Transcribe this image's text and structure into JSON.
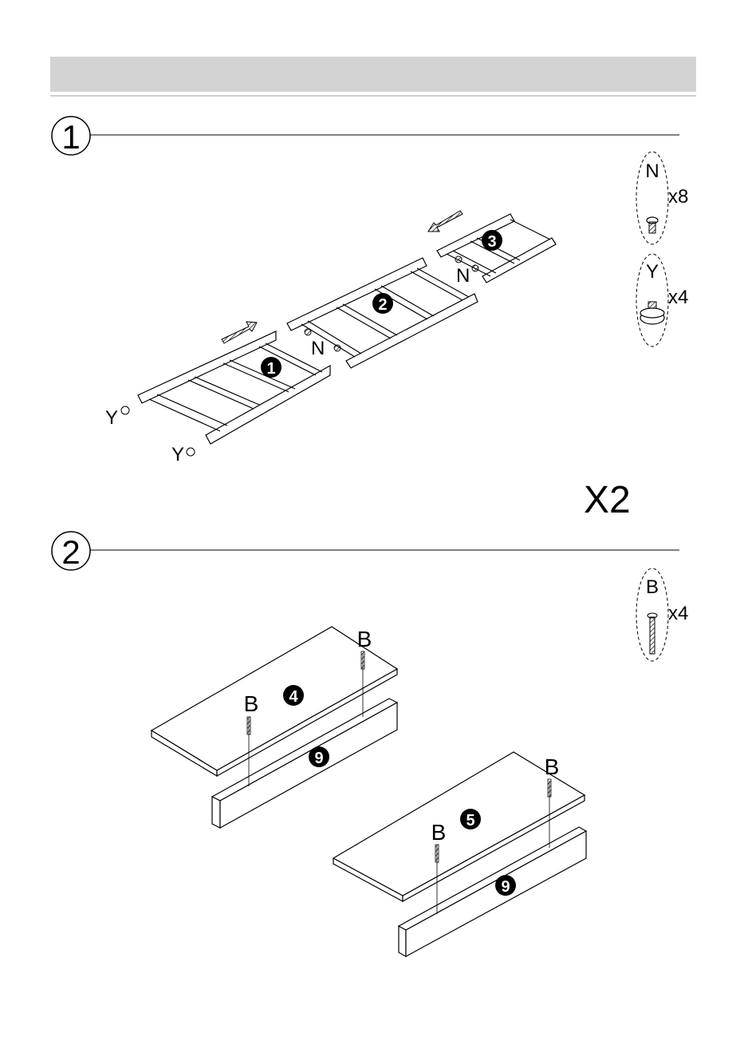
{
  "steps": [
    {
      "number": "1",
      "multiplier": "X2",
      "hardware": [
        {
          "letter": "N",
          "qty": "x8",
          "icon": "bolt-icon"
        },
        {
          "letter": "Y",
          "qty": "x4",
          "icon": "glide-foot-icon"
        }
      ],
      "part_numbers": [
        "1",
        "2",
        "3"
      ],
      "callouts": {
        "n_left": "N",
        "n_right": "N",
        "y_top": "Y",
        "y_bottom": "Y"
      }
    },
    {
      "number": "2",
      "hardware": [
        {
          "letter": "B",
          "qty": "x4",
          "icon": "wood-screw-icon"
        }
      ],
      "part_numbers": {
        "top_left": "4",
        "top_right": "5",
        "rail_left": "9",
        "rail_right": "9"
      },
      "callouts": {
        "b1": "B",
        "b2": "B",
        "b3": "B",
        "b4": "B"
      }
    }
  ],
  "colors": {
    "header_bar": "#d3d3d3",
    "line": "#000000"
  }
}
